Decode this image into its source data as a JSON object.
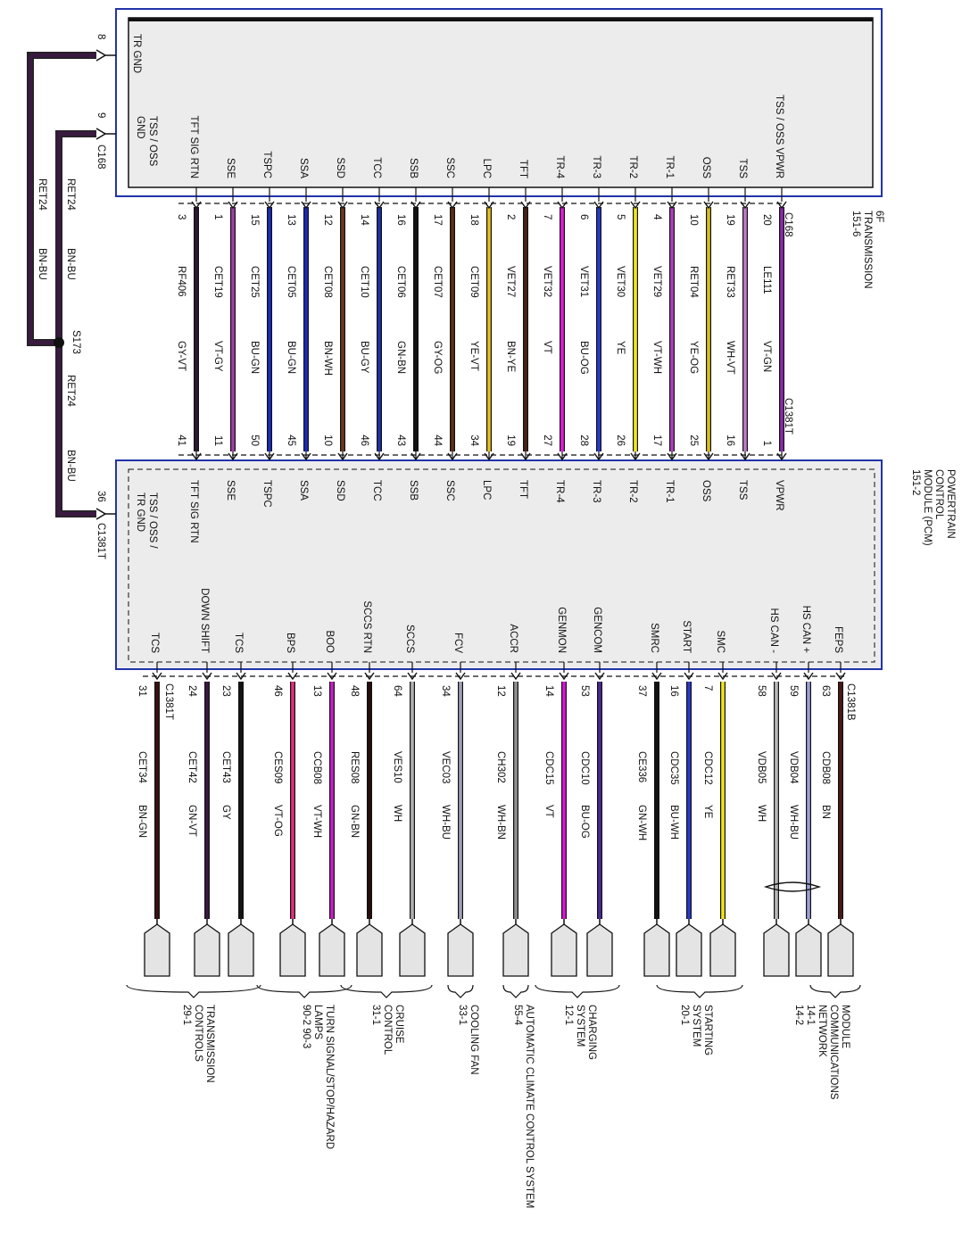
{
  "module_tcm": {
    "title": [
      "6F",
      "TRANSMISSION",
      "151-6"
    ],
    "top_connector": "C168",
    "bottom_connector": "C1381T",
    "top_pins": [
      {
        "pin": "20",
        "circuit": "LE111",
        "color": "VT-GN",
        "bottom_pin": "1",
        "label": "TSS / OSS VPWR",
        "hex": "#8a2aa8"
      },
      {
        "pin": "19",
        "circuit": "RET33",
        "color": "WH-VT",
        "bottom_pin": "16",
        "label": "TSS",
        "hex": "#c27ac8"
      },
      {
        "pin": "10",
        "circuit": "RET04",
        "color": "YE-OG",
        "bottom_pin": "25",
        "label": "OSS",
        "hex": "#d9c21a"
      },
      {
        "pin": "4",
        "circuit": "VET29",
        "color": "VT-WH",
        "bottom_pin": "17",
        "label": "TR-1",
        "hex": "#b040c0"
      },
      {
        "pin": "5",
        "circuit": "VET30",
        "color": "YE",
        "bottom_pin": "26",
        "label": "TR-2",
        "hex": "#f2ea18"
      },
      {
        "pin": "6",
        "circuit": "VET31",
        "color": "BU-OG",
        "bottom_pin": "28",
        "label": "TR-3",
        "hex": "#2a3acf"
      },
      {
        "pin": "7",
        "circuit": "VET32",
        "color": "VT",
        "bottom_pin": "27",
        "label": "TR-4",
        "hex": "#e01ed8"
      },
      {
        "pin": "2",
        "circuit": "VET27",
        "color": "BN-YE",
        "bottom_pin": "19",
        "label": "TFT",
        "hex": "#4a2410"
      },
      {
        "pin": "18",
        "circuit": "CET09",
        "color": "YE-VT",
        "bottom_pin": "34",
        "label": "LPC",
        "hex": "#e8c020"
      },
      {
        "pin": "17",
        "circuit": "CET07",
        "color": "GY-OG",
        "bottom_pin": "44",
        "label": "SSC",
        "hex": "#5a3018"
      },
      {
        "pin": "16",
        "circuit": "CET06",
        "color": "GN-BN",
        "bottom_pin": "43",
        "label": "SSB",
        "hex": "#121212"
      },
      {
        "pin": "14",
        "circuit": "CET10",
        "color": "BU-GY",
        "bottom_pin": "46",
        "label": "TCC",
        "hex": "#2030a8"
      },
      {
        "pin": "12",
        "circuit": "CET08",
        "color": "BN-WH",
        "bottom_pin": "10",
        "label": "SSD",
        "hex": "#6a3a20"
      },
      {
        "pin": "13",
        "circuit": "CET05",
        "color": "BU-GN",
        "bottom_pin": "45",
        "label": "SSA",
        "hex": "#1a2cb8"
      },
      {
        "pin": "15",
        "circuit": "CET25",
        "color": "BU-GN",
        "bottom_pin": "50",
        "label": "TSPC",
        "hex": "#1a2cb8"
      },
      {
        "pin": "1",
        "circuit": "CET19",
        "color": "VT-GY",
        "bottom_pin": "11",
        "label": "SSE",
        "hex": "#a040a8"
      },
      {
        "pin": "3",
        "circuit": "RF406",
        "color": "GY-VT",
        "bottom_pin": "41",
        "label": "TFT SIG RTN",
        "hex": "#2a1a30"
      }
    ],
    "left_pins": [
      {
        "pin": "8",
        "label": "TR GND"
      },
      {
        "pin": "9",
        "label": "TSS / OSS GND",
        "connector": "C168"
      }
    ]
  },
  "module_pcm": {
    "title": [
      "POWERTRAIN",
      "CONTROL",
      "MODULE (PCM)",
      "151-2"
    ],
    "top_labels": [
      "VPWR",
      "TSS",
      "OSS",
      "TR-1",
      "TR-2",
      "TR-3",
      "TR-4",
      "TFT",
      "LPC",
      "SSC",
      "SSB",
      "TCC",
      "SSD",
      "SSA",
      "TSPC",
      "SSE",
      "TFT SIG RTN"
    ],
    "left_pin": {
      "pin": "36",
      "label": "TSS / OSS / TR GND",
      "connector": "C1381T"
    },
    "bottom_connector_left": "C1381T",
    "bottom_connector_right": "C1381B",
    "bottom_pins": [
      {
        "pin": "63",
        "label": "FEPS",
        "circuit": "CDB08",
        "color": "BN",
        "hex": "#4a1a14"
      },
      {
        "pin": "59",
        "label": "HS CAN +",
        "circuit": "VDB04",
        "color": "WH-BU",
        "hex": "#9aa0d8"
      },
      {
        "pin": "58",
        "label": "HS CAN -",
        "circuit": "VDB05",
        "color": "WH",
        "hex": "#b8b8b8"
      },
      {
        "pin": "7",
        "label": "SMC",
        "circuit": "CDC12",
        "color": "YE",
        "hex": "#f0e818"
      },
      {
        "pin": "16",
        "label": "START",
        "circuit": "CDC35",
        "color": "BU-WH",
        "hex": "#2a3ad0"
      },
      {
        "pin": "37",
        "label": "SMRC",
        "circuit": "CE336",
        "color": "GN-WH",
        "hex": "#121212"
      },
      {
        "pin": "53",
        "label": "GENCOM",
        "circuit": "CDC10",
        "color": "BU-OG",
        "hex": "#4a2a90"
      },
      {
        "pin": "14",
        "label": "GENMON",
        "circuit": "CDC15",
        "color": "VT",
        "hex": "#d818d8"
      },
      {
        "pin": "12",
        "label": "ACCR",
        "circuit": "CH302",
        "color": "WH-BN",
        "hex": "#909090"
      },
      {
        "pin": "34",
        "label": "FCV",
        "circuit": "VEC03",
        "color": "WH-BU",
        "hex": "#a0a0b8"
      },
      {
        "pin": "64",
        "label": "SCCS",
        "circuit": "VES10",
        "color": "WH",
        "hex": "#b0b0b0"
      },
      {
        "pin": "48",
        "label": "SCCS RTN",
        "circuit": "RES08",
        "color": "GN-BN",
        "hex": "#2a0c0c"
      },
      {
        "pin": "13",
        "label": "BOO",
        "circuit": "CCB08",
        "color": "VT-WH",
        "hex": "#c820c8"
      },
      {
        "pin": "46",
        "label": "BPS",
        "circuit": "CES09",
        "color": "VT-OG",
        "hex": "#e0307a"
      },
      {
        "pin": "23",
        "label": "TCS",
        "circuit": "CET43",
        "color": "GY",
        "hex": "#141414"
      },
      {
        "pin": "24",
        "label": "DOWN SHIFT",
        "circuit": "CET42",
        "color": "GN-VT",
        "hex": "#3a1a40"
      },
      {
        "pin": "31",
        "label": "TCS",
        "circuit": "CET34",
        "color": "BN-GN",
        "hex": "#3a1010"
      }
    ]
  },
  "splice": {
    "label": "S173",
    "wires": [
      {
        "circuit": "RET24",
        "color": "BN-BU"
      },
      {
        "circuit": "RET24",
        "color": "BN-BU"
      },
      {
        "circuit": "RET24",
        "color": "BN-BU"
      }
    ]
  },
  "systems": [
    {
      "name": [
        "MODULE",
        "COMMUNICATIONS",
        "NETWORK",
        "14-1",
        "14-2"
      ]
    },
    {
      "name": [
        "STARTING",
        "SYSTEM",
        "20-1"
      ]
    },
    {
      "name": [
        "CHARGING",
        "SYSTEM",
        "12-1"
      ]
    },
    {
      "name": [
        "AUTOMATIC CLIMATE CONTROL SYSTEM",
        "55-4"
      ]
    },
    {
      "name": [
        "COOLING FAN",
        "33-1"
      ]
    },
    {
      "name": [
        "CRUISE",
        "CONTROL",
        "31-1"
      ]
    },
    {
      "name": [
        "TURN SIGNAL/STOP/HAZARD",
        "LAMPS",
        "90-2  90-3"
      ]
    },
    {
      "name": [
        "TRANSMISSION",
        "CONTROLS",
        "29-1"
      ]
    }
  ],
  "colors": {
    "module_fill": "#ececec",
    "module_border": "#2233aa",
    "line": "#111111"
  }
}
